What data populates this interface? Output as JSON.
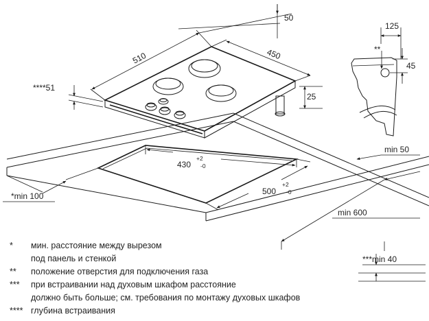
{
  "dimensions": {
    "hob_depth": "510",
    "hob_width": "450",
    "top_offset": "50",
    "hob_height": "25",
    "embed_depth": "****51",
    "bracket_width": "125",
    "bracket_mark": "**",
    "bracket_height": "45",
    "min_wall": "min 50",
    "cutout_width": "430",
    "cutout_width_tol_plus": "+2",
    "cutout_width_tol_minus": "-0",
    "cutout_depth": "500",
    "cutout_depth_tol_plus": "+2",
    "cutout_depth_tol_minus": "-0",
    "min_front": "*min 100",
    "min_cabinet": "min 600",
    "min_oven": "***min 40"
  },
  "notes": [
    {
      "mark": "*",
      "text": "мин. расстояние между вырезом"
    },
    {
      "mark": "",
      "text": "под панель и стенкой"
    },
    {
      "mark": "**",
      "text": "положение отверстия для подключения газа"
    },
    {
      "mark": "***",
      "text": "при встраивании над духовым шкафом расстояние"
    },
    {
      "mark": "",
      "text": "должно быть больше; см. требования по монтажу духовых шкафов"
    },
    {
      "mark": "****",
      "text": "глубина встраивания"
    }
  ]
}
